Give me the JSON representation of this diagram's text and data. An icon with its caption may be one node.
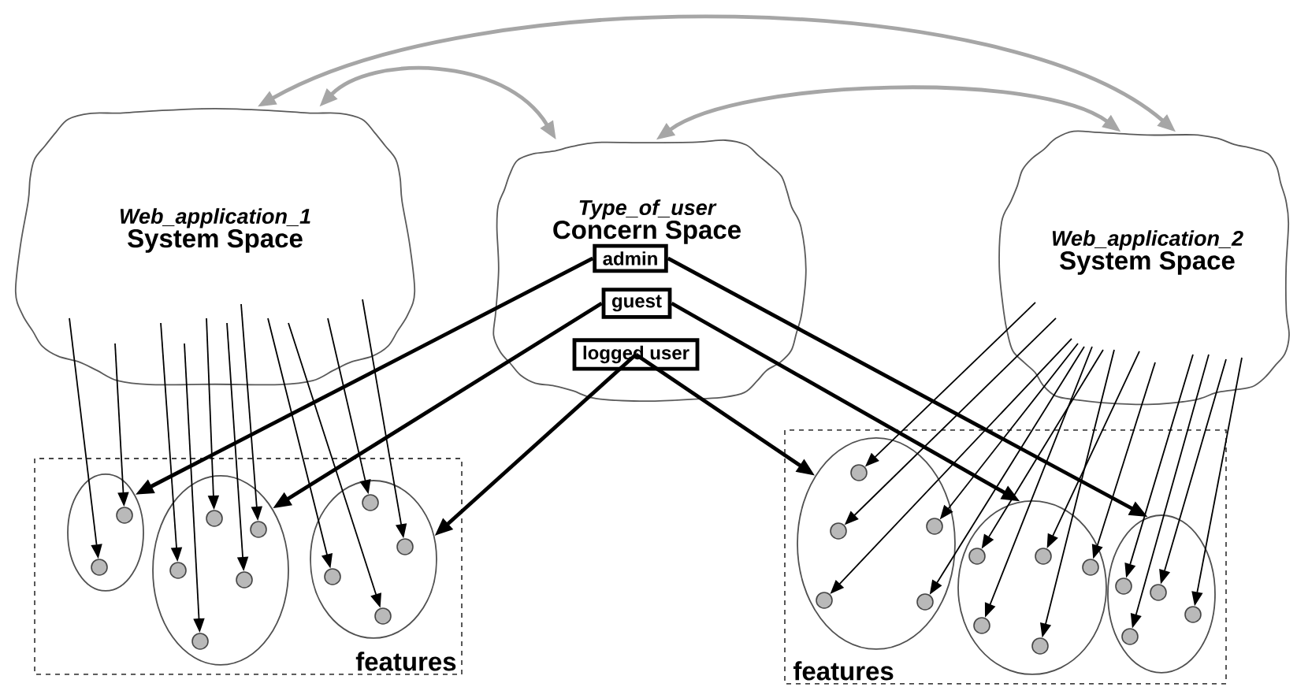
{
  "diagram": {
    "nodes": [
      {
        "text": [
          "Web_application_1",
          "System Space"
        ]
      },
      {
        "text": [
          "Type_of_user",
          "Concern Space"
        ]
      },
      {
        "text": [
          "admin"
        ],
        "in": 1
      },
      {
        "text": [
          "guest"
        ],
        "in": 1
      },
      {
        "text": [
          "logged user"
        ],
        "in": 1
      },
      {
        "text": [
          "Web_application_2",
          "System Space"
        ]
      },
      {
        "text": [
          "features"
        ]
      },
      {
        "text": [],
        "shape": "ellipse",
        "in": 6
      },
      {
        "text": [],
        "shape": "ellipse",
        "in": 6
      },
      {
        "text": [],
        "shape": "ellipse",
        "in": 6
      },
      {
        "text": [],
        "shape": "circle",
        "in": 7
      },
      {
        "text": [],
        "shape": "circle",
        "in": 7
      },
      {
        "text": [],
        "shape": "circle",
        "in": 8
      },
      {
        "text": [],
        "shape": "circle",
        "in": 8
      },
      {
        "text": [],
        "shape": "circle",
        "in": 8
      },
      {
        "text": [],
        "shape": "circle",
        "in": 8
      },
      {
        "text": [],
        "shape": "circle",
        "in": 8
      },
      {
        "text": [],
        "shape": "circle",
        "in": 9
      },
      {
        "text": [],
        "shape": "circle",
        "in": 9
      },
      {
        "text": [],
        "shape": "circle",
        "in": 9
      },
      {
        "text": [],
        "shape": "circle",
        "in": 9
      },
      {
        "text": [
          "features"
        ]
      },
      {
        "text": [],
        "shape": "ellipse",
        "in": 21
      },
      {
        "text": [],
        "shape": "ellipse",
        "in": 21
      },
      {
        "text": [],
        "shape": "ellipse",
        "in": 21
      },
      {
        "text": [],
        "shape": "circle",
        "in": 22
      },
      {
        "text": [],
        "shape": "circle",
        "in": 22
      },
      {
        "text": [],
        "shape": "circle",
        "in": 22
      },
      {
        "text": [],
        "shape": "circle",
        "in": 22
      },
      {
        "text": [],
        "shape": "circle",
        "in": 22
      },
      {
        "text": [],
        "shape": "circle",
        "in": 23
      },
      {
        "text": [],
        "shape": "circle",
        "in": 23
      },
      {
        "text": [],
        "shape": "circle",
        "in": 23
      },
      {
        "text": [],
        "shape": "circle",
        "in": 23
      },
      {
        "text": [],
        "shape": "circle",
        "in": 23
      },
      {
        "text": [],
        "shape": "circle",
        "in": 24
      },
      {
        "text": [],
        "shape": "circle",
        "in": 24
      },
      {
        "text": [],
        "shape": "circle",
        "in": 24
      },
      {
        "text": [],
        "shape": "circle",
        "in": 24
      }
    ],
    "edges": [
      {
        "from": 0,
        "to": 5,
        "arrow": "both",
        "style": "thick",
        "color": "#a6a6a6"
      },
      {
        "from": 0,
        "to": 1,
        "arrow": "both",
        "style": "thick",
        "color": "#a6a6a6"
      },
      {
        "from": 1,
        "to": 5,
        "arrow": "both",
        "style": "thick",
        "color": "#a6a6a6"
      },
      {
        "from": 2,
        "to": 7,
        "arrow": "to",
        "style": "thick"
      },
      {
        "from": 3,
        "to": 8,
        "arrow": "to",
        "style": "thick"
      },
      {
        "from": 4,
        "to": 9,
        "arrow": "to",
        "style": "thick"
      },
      {
        "from": 4,
        "to": 22,
        "arrow": "to",
        "style": "thick"
      },
      {
        "from": 3,
        "to": 23,
        "arrow": "to",
        "style": "thick"
      },
      {
        "from": 2,
        "to": 24,
        "arrow": "to",
        "style": "thick"
      },
      {
        "from": 0,
        "to": 11,
        "arrow": "to"
      },
      {
        "from": 0,
        "to": 10,
        "arrow": "to"
      },
      {
        "from": 0,
        "to": 14,
        "arrow": "to"
      },
      {
        "from": 0,
        "to": 16,
        "arrow": "to"
      },
      {
        "from": 0,
        "to": 12,
        "arrow": "to"
      },
      {
        "from": 0,
        "to": 15,
        "arrow": "to"
      },
      {
        "from": 0,
        "to": 13,
        "arrow": "to"
      },
      {
        "from": 0,
        "to": 19,
        "arrow": "to"
      },
      {
        "from": 0,
        "to": 20,
        "arrow": "to"
      },
      {
        "from": 0,
        "to": 17,
        "arrow": "to"
      },
      {
        "from": 0,
        "to": 18,
        "arrow": "to"
      },
      {
        "from": 5,
        "to": 25,
        "arrow": "to"
      },
      {
        "from": 5,
        "to": 26,
        "arrow": "to"
      },
      {
        "from": 5,
        "to": 28,
        "arrow": "to"
      },
      {
        "from": 5,
        "to": 27,
        "arrow": "to"
      },
      {
        "from": 5,
        "to": 29,
        "arrow": "to"
      },
      {
        "from": 5,
        "to": 33,
        "arrow": "to"
      },
      {
        "from": 5,
        "to": 30,
        "arrow": "to"
      },
      {
        "from": 5,
        "to": 34,
        "arrow": "to"
      },
      {
        "from": 5,
        "to": 31,
        "arrow": "to"
      },
      {
        "from": 5,
        "to": 32,
        "arrow": "to"
      },
      {
        "from": 5,
        "to": 35,
        "arrow": "to"
      },
      {
        "from": 5,
        "to": 38,
        "arrow": "to"
      },
      {
        "from": 5,
        "to": 36,
        "arrow": "to"
      },
      {
        "from": 5,
        "to": 37,
        "arrow": "to"
      }
    ]
  }
}
